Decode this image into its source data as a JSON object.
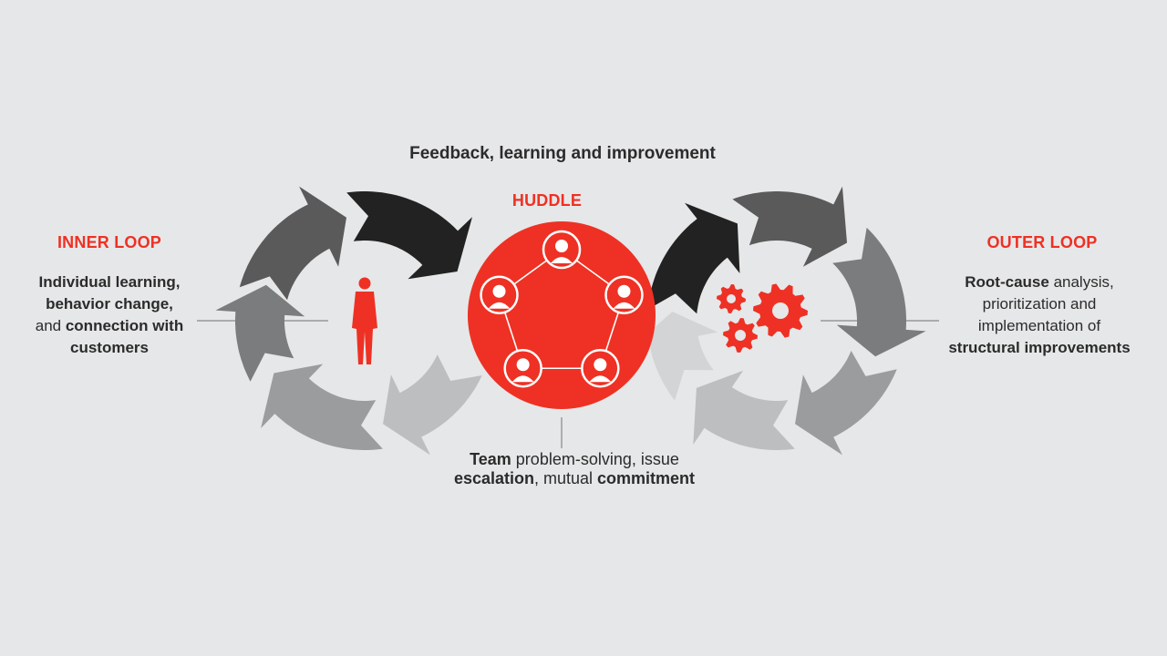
{
  "caption": "Feedback, learning and improvement",
  "huddle": {
    "title": "HUDDLE",
    "desc_parts": [
      "Team",
      " problem-solving, issue ",
      "escalation",
      ", mutual ",
      "commitment"
    ]
  },
  "inner_loop": {
    "title": "INNER LOOP",
    "desc_parts": [
      "Individual learning,",
      "behavior change,",
      "and ",
      "connection with",
      "customers"
    ]
  },
  "outer_loop": {
    "title": "OUTER LOOP",
    "desc_parts": [
      "Root-cause",
      " analysis,",
      "prioritization and",
      "implementation of",
      "structural improvements"
    ]
  },
  "colors": {
    "accent": "#ee3124",
    "background": "#e6e7e8",
    "arrow_shades": [
      "#222222",
      "#5a5a5b",
      "#7b7c7d",
      "#9b9c9d",
      "#bdbebf",
      "#d3d4d5"
    ]
  },
  "icons": [
    "person-icon",
    "team-member-icon",
    "gears-icon"
  ]
}
